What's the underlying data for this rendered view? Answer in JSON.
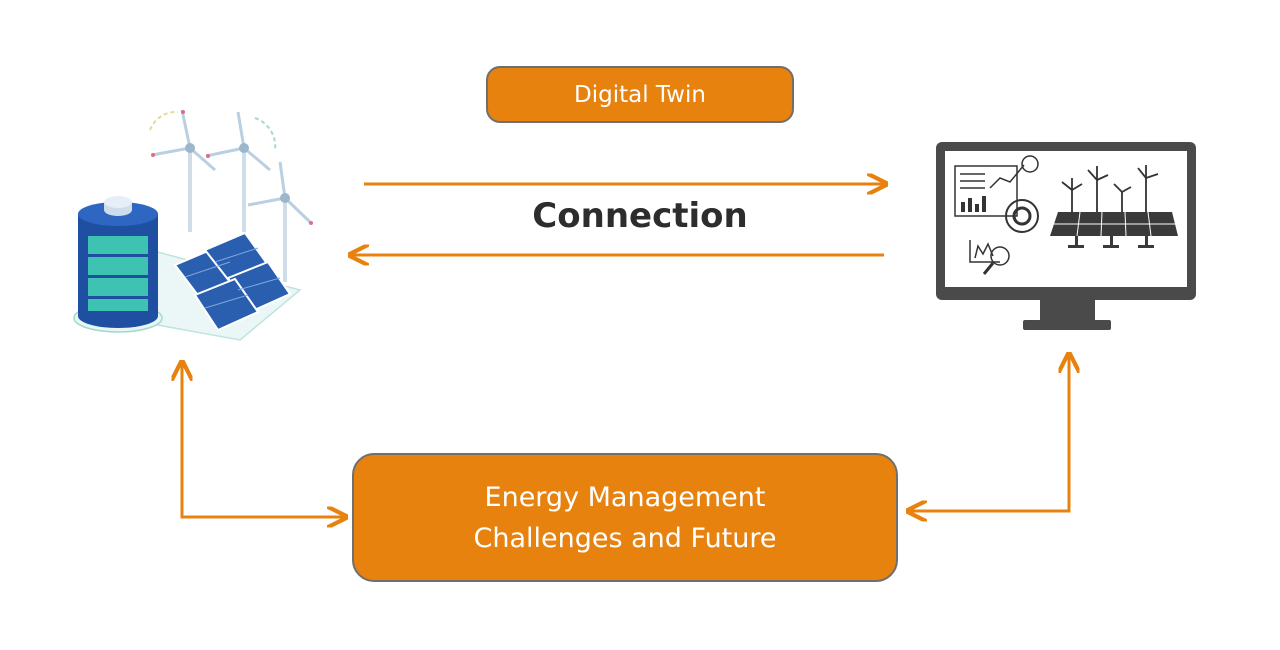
{
  "title_box": {
    "label": "Digital Twin"
  },
  "connection": {
    "label": "Connection"
  },
  "bottom_box": {
    "line1": "Energy Management",
    "line2": "Challenges and Future"
  },
  "colors": {
    "accent": "#e8820f",
    "border": "#6f6f6f",
    "monitor": "#4a4a4a",
    "battery": "#1f4fa0",
    "battery_fill": "#3ec3b3",
    "solar": "#2a5fb0"
  },
  "icons": [
    "renewable-energy-station-icon",
    "monitor-dashboard-icon"
  ]
}
